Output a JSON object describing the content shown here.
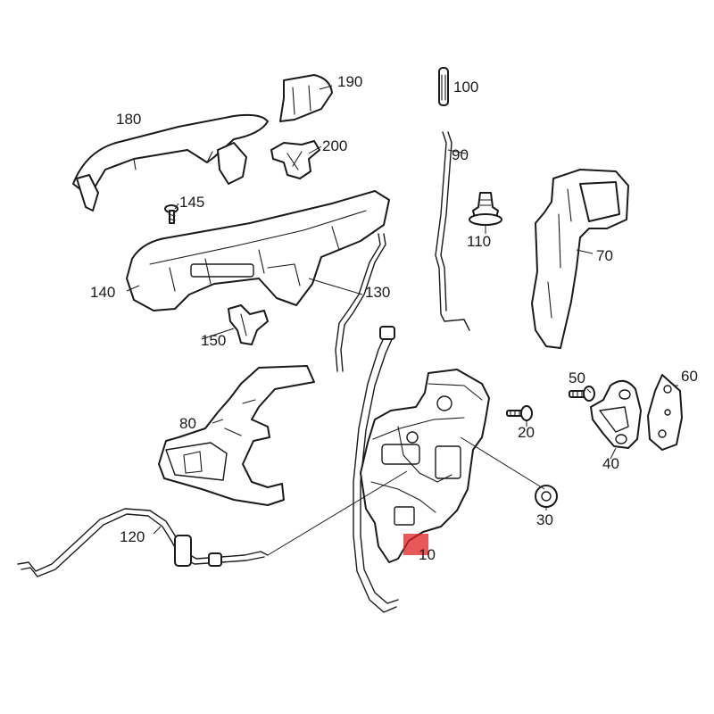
{
  "diagram": {
    "highlight_color": "#e02020",
    "part_callouts": [
      {
        "id": "p100",
        "number": "100"
      },
      {
        "id": "p190",
        "number": "190"
      },
      {
        "id": "p180",
        "number": "180"
      },
      {
        "id": "p200",
        "number": "200"
      },
      {
        "id": "p90",
        "number": "90"
      },
      {
        "id": "p145",
        "number": "145"
      },
      {
        "id": "p110",
        "number": "110"
      },
      {
        "id": "p70",
        "number": "70"
      },
      {
        "id": "p140",
        "number": "140"
      },
      {
        "id": "p130",
        "number": "130"
      },
      {
        "id": "p150",
        "number": "150"
      },
      {
        "id": "p50",
        "number": "50"
      },
      {
        "id": "p60",
        "number": "60"
      },
      {
        "id": "p80",
        "number": "80"
      },
      {
        "id": "p20",
        "number": "20"
      },
      {
        "id": "p40",
        "number": "40"
      },
      {
        "id": "p30",
        "number": "30"
      },
      {
        "id": "p120",
        "number": "120"
      },
      {
        "id": "p10",
        "number": "10"
      }
    ]
  }
}
